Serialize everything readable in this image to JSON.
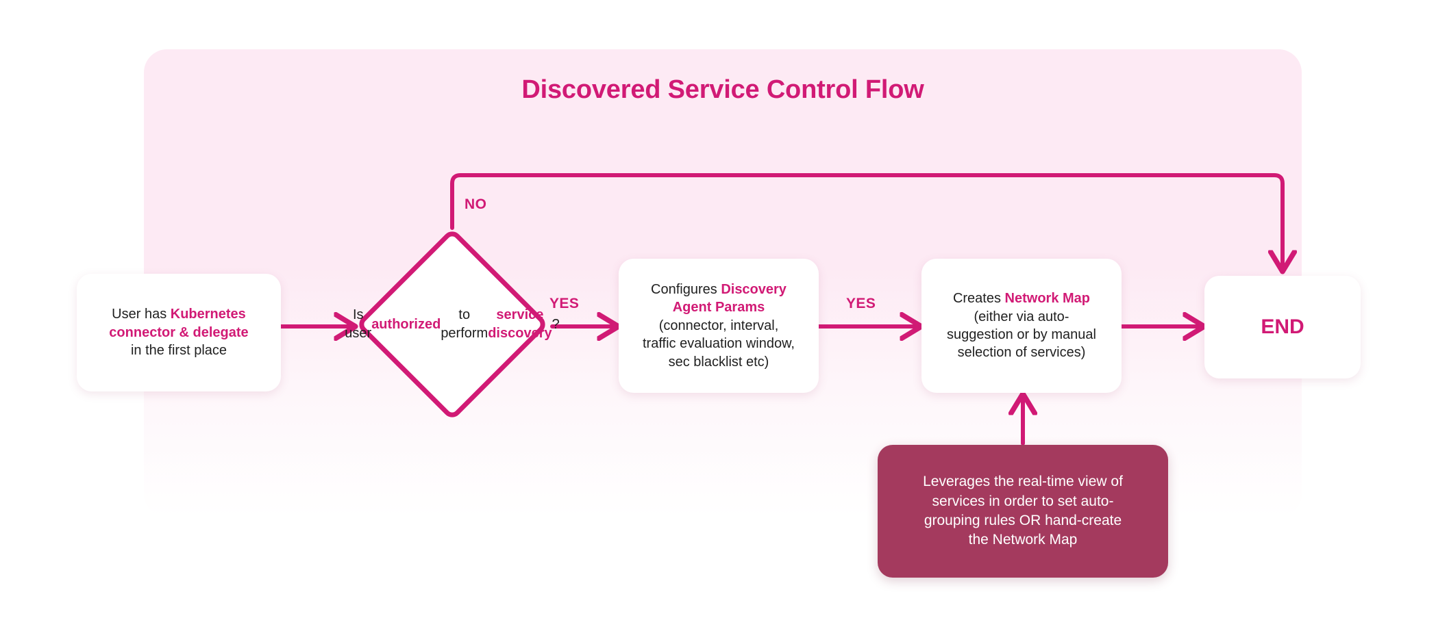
{
  "diagram": {
    "title": "Discovered Service Control Flow",
    "colors": {
      "accent": "#d11a75",
      "panel_bg": "#fdeaf4",
      "note_bg": "#a43a5e",
      "node_bg": "#ffffff",
      "text": "#1f1f1f"
    },
    "nodes": {
      "start": {
        "id": "start",
        "shape": "rounded-rect",
        "lines": [
          [
            {
              "t": "User has ",
              "hl": false
            },
            {
              "t": "Kubernetes",
              "hl": true
            }
          ],
          [
            {
              "t": "connector & delegate",
              "hl": true
            }
          ],
          [
            {
              "t": "in the first place",
              "hl": false
            }
          ]
        ],
        "plain": "User has Kubernetes connector & delegate in the first place"
      },
      "decision": {
        "id": "decision",
        "shape": "diamond",
        "lines": [
          [
            {
              "t": "Is user",
              "hl": false
            }
          ],
          [
            {
              "t": "authorized",
              "hl": true
            }
          ],
          [
            {
              "t": "to perform",
              "hl": false
            }
          ],
          [
            {
              "t": "service discovery",
              "hl": true
            },
            {
              "t": "?",
              "hl": false
            }
          ]
        ],
        "plain": "Is user authorized to perform service discovery?"
      },
      "config": {
        "id": "config",
        "shape": "rounded-rect",
        "lines": [
          [
            {
              "t": "Configures ",
              "hl": false
            },
            {
              "t": "Discovery",
              "hl": true
            }
          ],
          [
            {
              "t": "Agent Params",
              "hl": true
            }
          ],
          [
            {
              "t": "(connector, interval,",
              "hl": false
            }
          ],
          [
            {
              "t": "traffic evaluation window,",
              "hl": false
            }
          ],
          [
            {
              "t": "sec blacklist etc)",
              "hl": false
            }
          ]
        ],
        "plain": "Configures Discovery Agent Params (connector, interval, traffic evaluation window, sec blacklist etc)"
      },
      "netmap": {
        "id": "netmap",
        "shape": "rounded-rect",
        "lines": [
          [
            {
              "t": "Creates ",
              "hl": false
            },
            {
              "t": "Network Map",
              "hl": true
            }
          ],
          [
            {
              "t": "(either via auto-",
              "hl": false
            }
          ],
          [
            {
              "t": "suggestion or by manual",
              "hl": false
            }
          ],
          [
            {
              "t": "selection of services)",
              "hl": false
            }
          ]
        ],
        "plain": "Creates Network Map (either via auto-suggestion or by manual selection of services)"
      },
      "end": {
        "id": "end",
        "shape": "rounded-rect",
        "label": "END"
      },
      "note": {
        "id": "note",
        "shape": "rounded-rect-filled",
        "lines": [
          [
            {
              "t": "Leverages the real-time view of",
              "hl": false
            }
          ],
          [
            {
              "t": "services in order to set auto-",
              "hl": false
            }
          ],
          [
            {
              "t": "grouping rules OR hand-create",
              "hl": false
            }
          ],
          [
            {
              "t": "the Network Map",
              "hl": false
            }
          ]
        ],
        "plain": "Leverages the real-time view of services in order to set auto-grouping rules OR hand-create the Network Map"
      }
    },
    "edges": [
      {
        "from": "start",
        "to": "decision",
        "label": ""
      },
      {
        "from": "decision",
        "to": "config",
        "label": "YES"
      },
      {
        "from": "decision",
        "to": "end",
        "label": "NO"
      },
      {
        "from": "config",
        "to": "netmap",
        "label": "YES"
      },
      {
        "from": "netmap",
        "to": "end",
        "label": ""
      },
      {
        "from": "note",
        "to": "netmap",
        "label": ""
      }
    ],
    "edge_labels": {
      "no": "NO",
      "yes_1": "YES",
      "yes_2": "YES"
    }
  }
}
